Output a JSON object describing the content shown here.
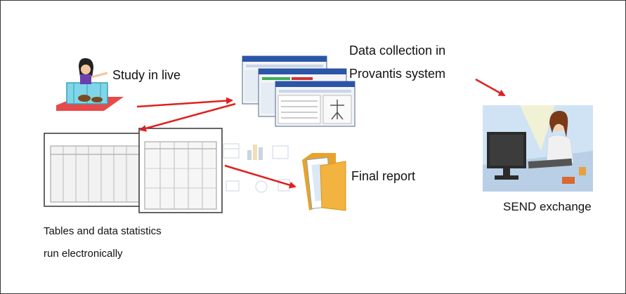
{
  "labels": {
    "study": "Study in live",
    "data_collection_line1": "Data collection in",
    "data_collection_line2": "Provantis system",
    "final_report": "Final report",
    "send_exchange": "SEND exchange",
    "tables_line1": "Tables and data statistics",
    "tables_line2": "run electronically"
  },
  "colors": {
    "arrow": "#e02020",
    "folder": "#f2b340",
    "monitor": "#2b2b2b",
    "desk_bg": "#cfe3f5"
  },
  "icons": {
    "study": "scientist-with-animal-cage-icon",
    "data": "software-windows-icon",
    "report": "document-folder-icon",
    "send": "person-at-computer-icon",
    "tables": "data-tables-icon"
  }
}
